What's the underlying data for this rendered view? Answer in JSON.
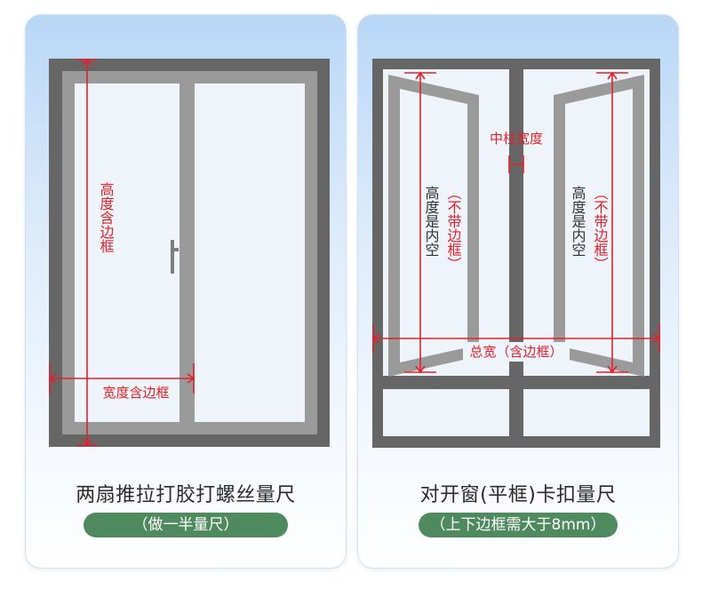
{
  "left": {
    "height_label": "高度含边框",
    "width_label": "宽度含边框",
    "title": "两扇推拉打胶打螺丝量尺",
    "subtitle": "（做一半量尺）"
  },
  "right": {
    "mullion_label": "中柱宽度",
    "inner_height_label": "高度是内空",
    "no_frame_label": "（不带边框）",
    "total_width_label": "总宽（含边框）",
    "title": "对开窗(平框)卡扣量尺",
    "subtitle": "（上下边框需大于8mm）"
  },
  "colors": {
    "frame": "#6a6a6a",
    "glass": "#eef4fa",
    "measure": "#e3202a",
    "pill": "#4f8a5e"
  }
}
